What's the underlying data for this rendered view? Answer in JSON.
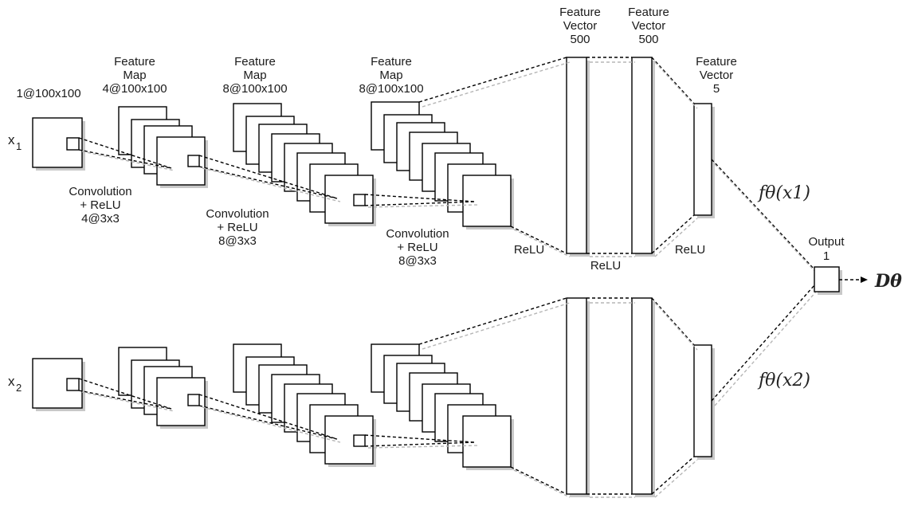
{
  "labels": {
    "input_dims": "1@100x100",
    "x1_base": "x",
    "x1_sub": "1",
    "x2_base": "x",
    "x2_sub": "2",
    "feature_word": "Feature",
    "map_word": "Map",
    "vector_word": "Vector",
    "fm1_dims": "4@100x100",
    "fm2_dims": "8@100x100",
    "fm3_dims": "8@100x100",
    "fv500": "500",
    "fv5": "5",
    "conv": "Convolution",
    "plus_relu": "+ ReLU",
    "kernel_4": "4@3x3",
    "kernel_8": "8@3x3",
    "relu": "ReLU",
    "output": "Output",
    "output_dim": "1",
    "f_theta_x1": "fθ(x1)",
    "f_theta_x2": "fθ(x2)",
    "d_theta": "Dθ"
  }
}
